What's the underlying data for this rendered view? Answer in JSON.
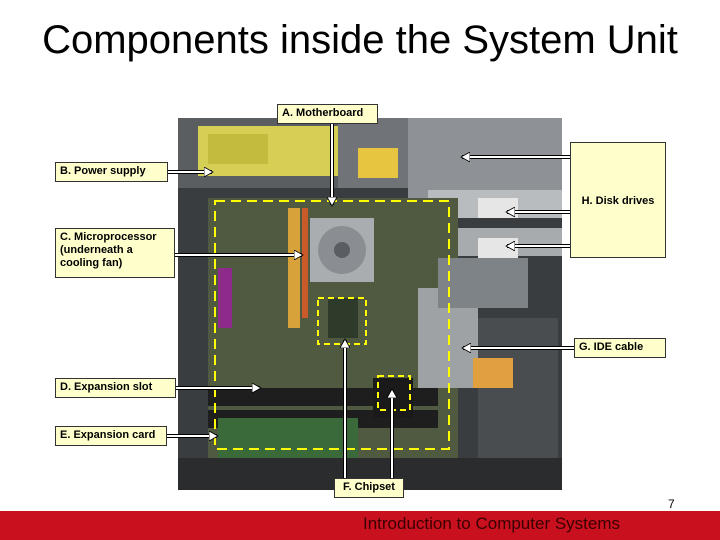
{
  "slide": {
    "title": "Components inside the System Unit",
    "page_number": "7",
    "footer": "Introduction to Computer Systems"
  },
  "callouts": {
    "motherboard": "A. Motherboard",
    "power_supply": "B. Power supply",
    "microprocessor": "C. Microprocessor (underneath a cooling fan)",
    "expansion_slot": "D. Expansion slot",
    "expansion_card": "E. Expansion card",
    "chipset": "F. Chipset",
    "ide_cable": "G. IDE cable",
    "disk_drives": "H. Disk drives"
  },
  "colors": {
    "callout_bg": "#ffffcc",
    "footer_bar": "#c8101e",
    "dashed_outline": "#ffff00"
  }
}
